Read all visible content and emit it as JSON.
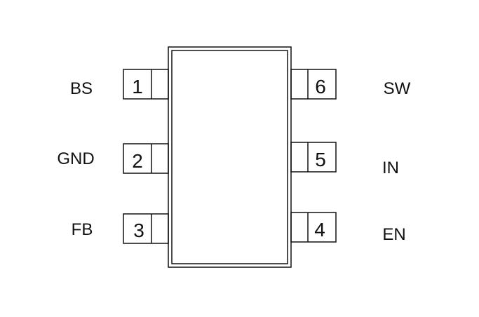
{
  "package": {
    "pins": [
      {
        "number": "1",
        "label": "BS"
      },
      {
        "number": "2",
        "label": "GND"
      },
      {
        "number": "3",
        "label": "FB"
      },
      {
        "number": "4",
        "label": "EN"
      },
      {
        "number": "5",
        "label": "IN"
      },
      {
        "number": "6",
        "label": "SW"
      }
    ]
  },
  "colors": {
    "stroke": "#111111",
    "background": "#ffffff"
  }
}
